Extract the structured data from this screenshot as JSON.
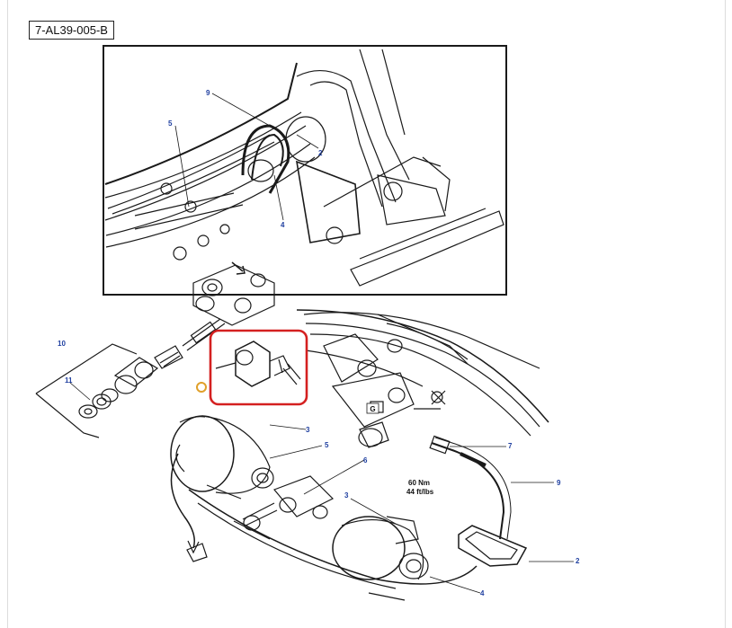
{
  "document": {
    "code": "7-AL39-005-B"
  },
  "callouts": {
    "top_9": "9",
    "top_5": "5",
    "top_2": "2",
    "top_4": "4",
    "c10": "10",
    "c11": "11",
    "c3a": "3",
    "c5": "5",
    "c6": "6",
    "c3b": "3",
    "c7": "7",
    "c9": "9",
    "c2": "2",
    "c4": "4",
    "g": "G"
  },
  "torque": {
    "line1": "60 Nm",
    "line2": "44 ft/lbs"
  },
  "highlight": {
    "color": "#d42020"
  },
  "colors": {
    "line": "#1a1a1a",
    "callout": "#1f3fa0"
  }
}
